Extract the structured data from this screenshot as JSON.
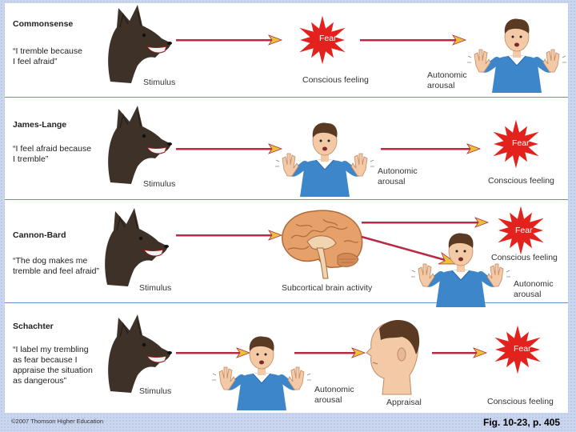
{
  "panels": [
    {
      "theory": "Commonsense",
      "quote": "“I tremble because\nI feel afraid”",
      "stimulus": "Stimulus",
      "fear": "Fear",
      "conscious": "Conscious feeling",
      "autonomic": "Autonomic\narousal"
    },
    {
      "theory": "James-Lange",
      "quote": "“I feel afraid because\nI tremble”",
      "stimulus": "Stimulus",
      "autonomic": "Autonomic\narousal",
      "fear": "Fear",
      "conscious": "Conscious feeling"
    },
    {
      "theory": "Cannon-Bard",
      "quote": "“The dog makes me\ntremble and feel afraid”",
      "stimulus": "Stimulus",
      "subcortical": "Subcortical brain activity",
      "fear": "Fear",
      "conscious": "Conscious feeling",
      "autonomic": "Autonomic\narousal"
    },
    {
      "theory": "Schachter",
      "quote": "“I label my trembling\nas fear because I\nappraise the situation\nas dangerous”",
      "stimulus": "Stimulus",
      "autonomic": "Autonomic\narousal",
      "appraisal": "Appraisal",
      "fear": "Fear",
      "conscious": "Conscious feeling"
    }
  ],
  "copyright": "©2007 Thomson Higher Education",
  "caption": "Fig. 10-23, p. 405",
  "colors": {
    "fear_burst": "#e3221d",
    "arrow": "#b82a43",
    "arrow_head": "#e9c23a",
    "shirt": "#3d86c9",
    "skin": "#f3c9a6",
    "hair": "#5a3a22",
    "dog": "#3d3128",
    "divider": "#6b8fc7"
  },
  "icons": [
    "dog-icon",
    "fear-burst-icon",
    "trembling-person-icon",
    "brain-icon",
    "head-profile-icon",
    "arrow-icon"
  ]
}
